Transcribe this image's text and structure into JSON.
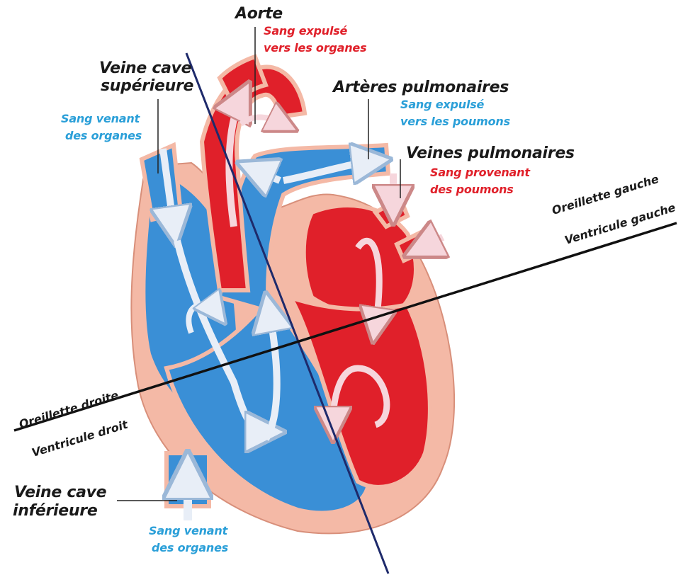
{
  "colors": {
    "deoxygenated": "#3a8fd6",
    "deoxygenated_dark": "#1f5fa3",
    "oxygenated": "#e0202a",
    "oxygenated_dark": "#b3121c",
    "wall": "#f4b9a6",
    "flow_arrow": "#e8eef7",
    "label_blue": "#2a9fd8",
    "label_red": "#e0202a",
    "septum_line": "#1e2a6b",
    "valve_line": "#111111"
  },
  "labels": {
    "aorte": "Aorte",
    "aorte_note_1": "Sang expulsé",
    "aorte_note_2": "vers les organes",
    "vcs_1": "Veine cave",
    "vcs_2": "supérieure",
    "vcs_note_1": "Sang venant",
    "vcs_note_2": "des organes",
    "arteres": "Artères pulmonaires",
    "arteres_note_1": "Sang expulsé",
    "arteres_note_2": "vers les poumons",
    "veines": "Veines pulmonaires",
    "veines_note_1": "Sang provenant",
    "veines_note_2": "des poumons",
    "oreillette_gauche": "Oreillette gauche",
    "ventricule_gauche": "Ventricule gauche",
    "oreillette_droite": "Oreillette droite",
    "ventricule_droit": "Ventricule droit",
    "vci_1": "Veine cave",
    "vci_2": "inférieure",
    "vci_note_1": "Sang venant",
    "vci_note_2": "des organes"
  }
}
